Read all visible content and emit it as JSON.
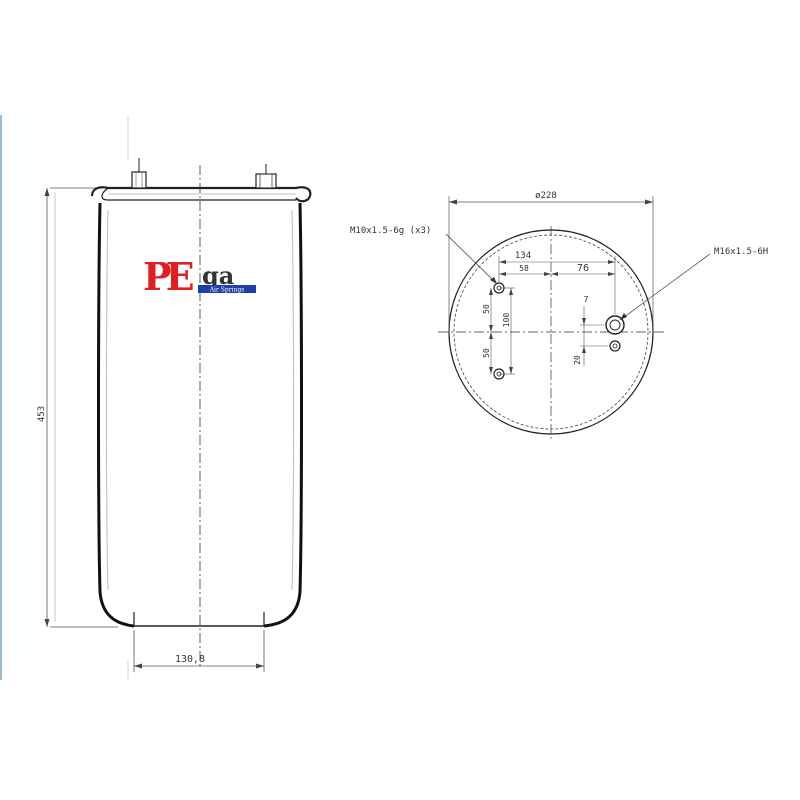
{
  "side_view": {
    "height_label": "453",
    "bottom_diameter_label": "130,8"
  },
  "top_view": {
    "outer_diameter_label": "ø228",
    "thread_small_label": "M10x1.5-6g (x3)",
    "thread_large_label": "M16x1.5-6H",
    "dim_134": "134",
    "dim_58": "58",
    "dim_76": "76",
    "dim_50_top": "50",
    "dim_50_bottom": "50",
    "dim_100": "100",
    "dim_7": "7",
    "dim_20": "20"
  },
  "logo": {
    "letters_main": "PE",
    "letters_rest": "ga",
    "tagline": "Air Springs",
    "colors": {
      "red": "#e02020",
      "blue": "#1f3fa8"
    }
  }
}
